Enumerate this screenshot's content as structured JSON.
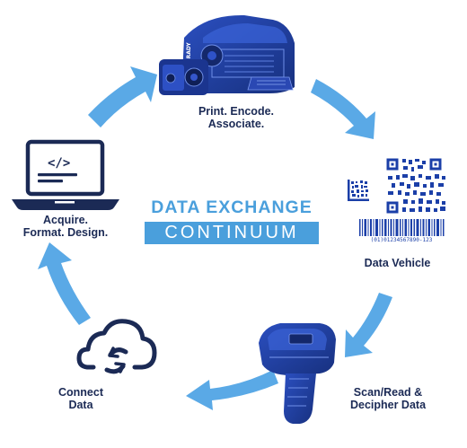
{
  "diagram": {
    "title_line1": "DATA EXCHANGE",
    "title_line2": "CONTINUUM",
    "colors": {
      "arrow": "#5aa9e6",
      "navy": "#1b2a55",
      "device_blue": "#1f3ea6",
      "accent": "#4a9fdc"
    },
    "stages": [
      {
        "id": "print",
        "line1": "Print. Encode.",
        "line2": "Associate.",
        "icon": "printer-icon"
      },
      {
        "id": "vehicle",
        "line1": "Data Vehicle",
        "line2": "",
        "icon": "barcode-qr-icon"
      },
      {
        "id": "scan",
        "line1": "Scan/Read &",
        "line2": "Decipher Data",
        "icon": "handheld-scanner-icon"
      },
      {
        "id": "connect",
        "line1": "Connect",
        "line2": "Data",
        "icon": "cloud-sync-icon"
      },
      {
        "id": "acquire",
        "line1": "Acquire.",
        "line2": "Format. Design.",
        "icon": "laptop-code-icon"
      }
    ],
    "barcode_number": "(01)01234567890-123",
    "printer_brand": "BRADY",
    "code_symbol": "</>"
  }
}
